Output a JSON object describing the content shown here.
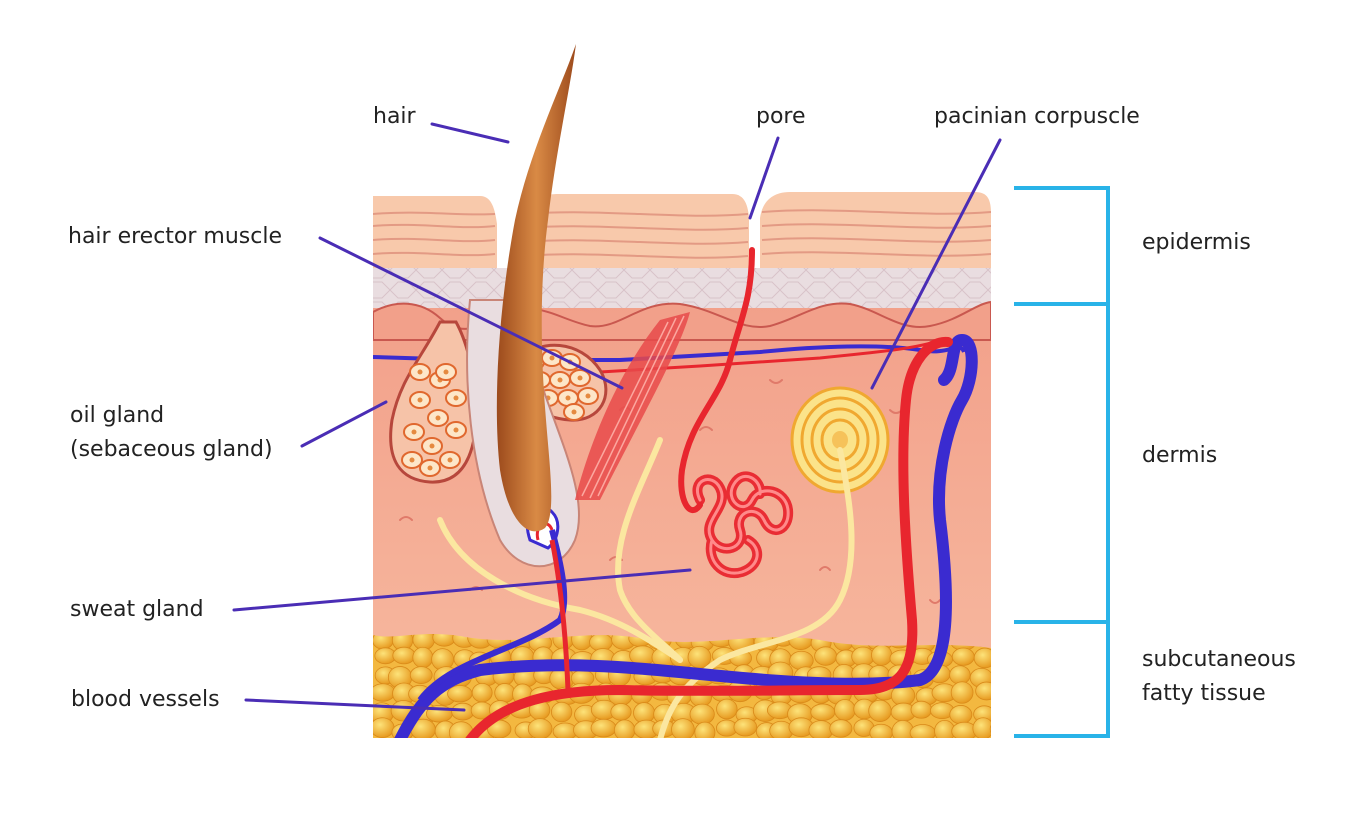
{
  "colors": {
    "leader": "#4a2db5",
    "bracket": "#29b3e8",
    "epidermis_top": "#f7c9a8",
    "epidermis_stripe": "#e69a85",
    "basal_layer": "#e8dadd",
    "dermis": "#f4a68e",
    "fat": "#f0b232",
    "hair": "#c8702f",
    "artery": "#e8262e",
    "vein": "#3a2bd0",
    "nerve": "#fbe7a0",
    "text": "#222222"
  },
  "labels": {
    "hair": "hair",
    "pore": "pore",
    "pacinian": "pacinian corpuscle",
    "erector": "hair erector muscle",
    "oil_line1": "oil gland",
    "oil_line2": "(sebaceous gland)",
    "sweat": "sweat gland",
    "blood": "blood vessels",
    "epidermis": "epidermis",
    "dermis": "dermis",
    "subcut_line1": "subcutaneous",
    "subcut_line2": "fatty tissue"
  }
}
